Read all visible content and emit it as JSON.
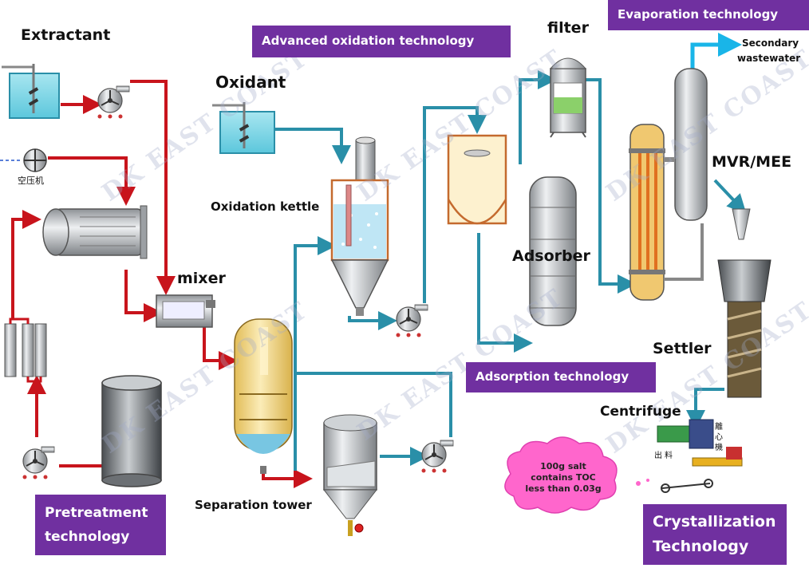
{
  "labels": {
    "extractant": "Extractant",
    "air_compressor": "空压机",
    "oxidant": "Oxidant",
    "oxidation_kettle": "Oxidation kettle",
    "mixer": "mixer",
    "separation_tower": "Separation tower",
    "filter": "filter",
    "adsorber": "Adsorber",
    "secondary_wastewater": [
      "Secondary",
      "wastewater"
    ],
    "mvr_mee": "MVR/MEE",
    "settler": "Settler",
    "centrifuge": "Centrifuge",
    "centrifuge_cn": [
      "離",
      "心",
      "機"
    ],
    "trough_cn": [
      "出",
      "料"
    ]
  },
  "technologies": {
    "advanced_oxidation": "Advanced oxidation technology",
    "evaporation": "Evaporation technology",
    "adsorption": "Adsorption technology",
    "pretreatment": [
      "Pretreatment",
      "technology"
    ],
    "crystallization": [
      "Crystallization",
      "Technology"
    ]
  },
  "callout": [
    "100g salt",
    "contains TOC",
    "less than 0.03g"
  ],
  "watermark": "DK EAST COAST",
  "colors": {
    "purple": "#7030a0",
    "red_pipe": "#c8141c",
    "teal_pipe": "#2a8fa8",
    "cyan_pipe": "#19b5e8",
    "tank_water": "#7fd6e6",
    "vessel_yellow": "#f3d98a",
    "cloud_pink": "#ff66cc",
    "metal": "#b8bcc0"
  }
}
